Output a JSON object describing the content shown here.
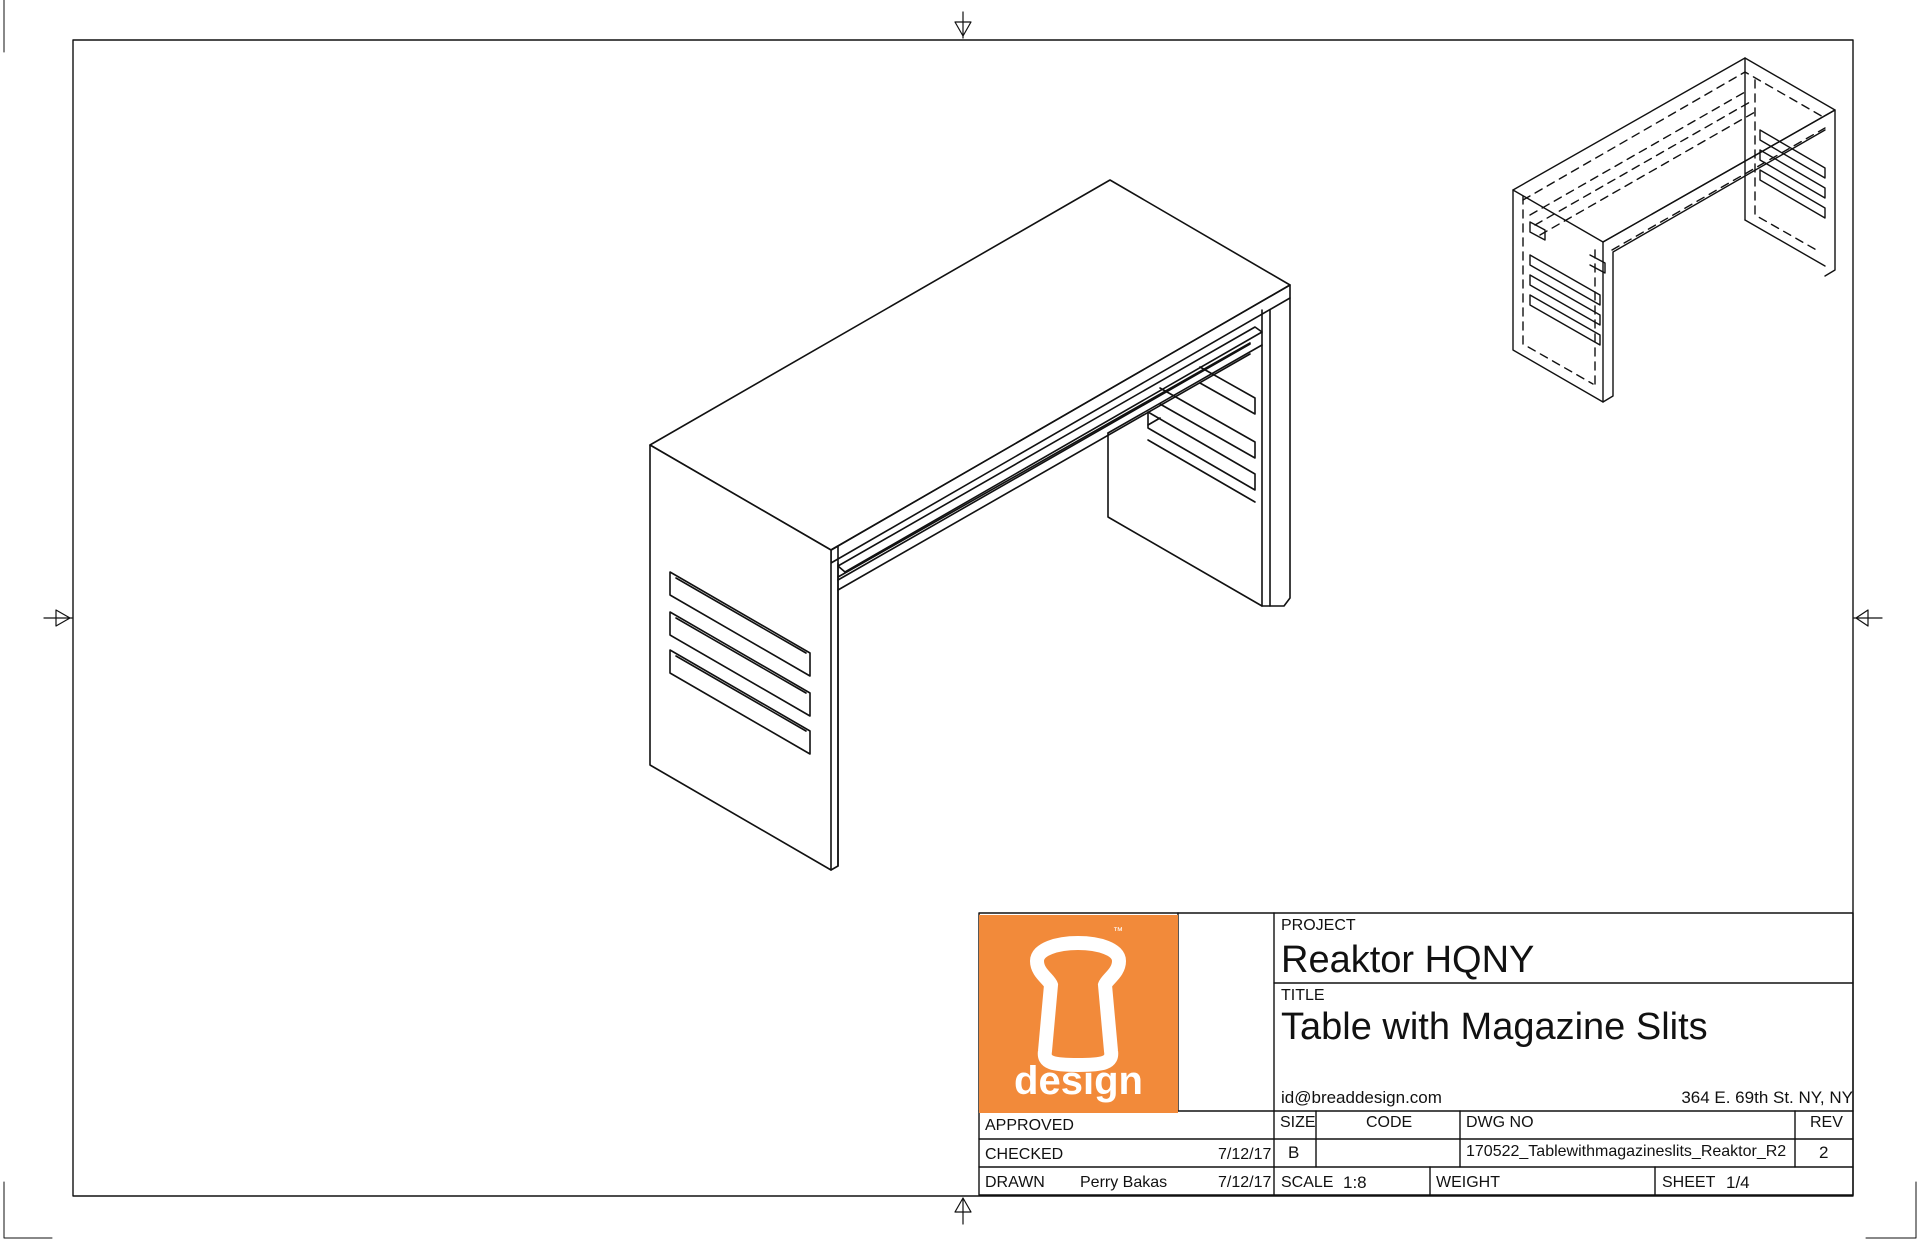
{
  "title_block": {
    "project_label": "PROJECT",
    "project_name": "Reaktor HQNY",
    "title_label": "TITLE",
    "title": "Table with Magazine Slits",
    "email": "id@breaddesign.com",
    "address": "364 E. 69th St. NY, NY",
    "approved_label": "APPROVED",
    "checked_label": "CHECKED",
    "checked_date": "7/12/17",
    "drawn_label": "DRAWN",
    "drawn_by": "Perry Bakas",
    "drawn_date": "7/12/17",
    "size_label": "SIZE",
    "size_value": "B",
    "code_label": "CODE",
    "dwg_no_label": "DWG NO",
    "dwg_no": "170522_Tablewithmagazineslits_Reaktor_R2",
    "rev_label": "REV",
    "rev_value": "2",
    "scale_label": "SCALE",
    "scale_value": "1:8",
    "weight_label": "WEIGHT",
    "sheet_label": "SHEET",
    "sheet_value": "1/4"
  },
  "logo": {
    "word": "design",
    "trademark": "™",
    "color": "#f28a3a",
    "icon": "bread-icon"
  }
}
